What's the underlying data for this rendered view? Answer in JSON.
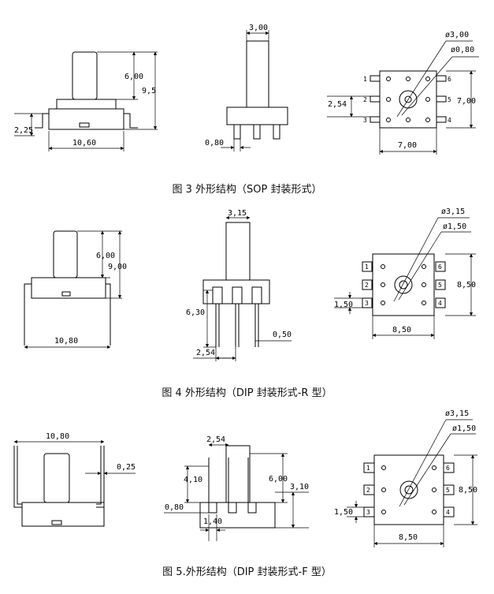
{
  "figure3": {
    "caption": "图 3 外形结构（SOP  封装形式）",
    "dims": {
      "height_top": "6,00",
      "height_total": "9,5",
      "lead_offset": "2,25",
      "width": "10,60",
      "shaft_width": "3,00",
      "lead_width": "0,80",
      "diameter_outer": "ø3,00",
      "diameter_inner": "ø0,80",
      "pitch": "2,54",
      "body_height": "7,00",
      "body_width": "7,00"
    },
    "pins": [
      "1",
      "2",
      "3",
      "4",
      "5",
      "6"
    ]
  },
  "figure4": {
    "caption": "图 4 外形结构（DIP  封装形式-R  型）",
    "dims": {
      "height_top": "6,00",
      "height_total": "9,00",
      "width": "10,80",
      "shaft_width": "3,15",
      "lead_length": "6,30",
      "lead_width": "0,50",
      "pitch": "2,54",
      "diameter_outer": "ø3,15",
      "diameter_inner": "ø1,50",
      "body_height": "8,50",
      "pad": "1,50",
      "body_width": "8,50"
    },
    "pins": [
      "1",
      "2",
      "3",
      "4",
      "5",
      "6"
    ]
  },
  "figure5": {
    "caption": "图 5.外形结构（DIP  封装形式-F 型）",
    "dims": {
      "width": "10,80",
      "lead_thickness": "0,25",
      "pitch": "2,54",
      "lead_height": "4,10",
      "height": "6,00",
      "body_height": "3,10",
      "lead_width": "0,80",
      "lead_gap": "1,40",
      "diameter_outer": "ø3,15",
      "diameter_inner": "ø1,50",
      "body_side": "8,50",
      "pad": "1,50",
      "body_width": "8,50"
    },
    "pins": [
      "1",
      "2",
      "3",
      "4",
      "5",
      "6"
    ]
  }
}
